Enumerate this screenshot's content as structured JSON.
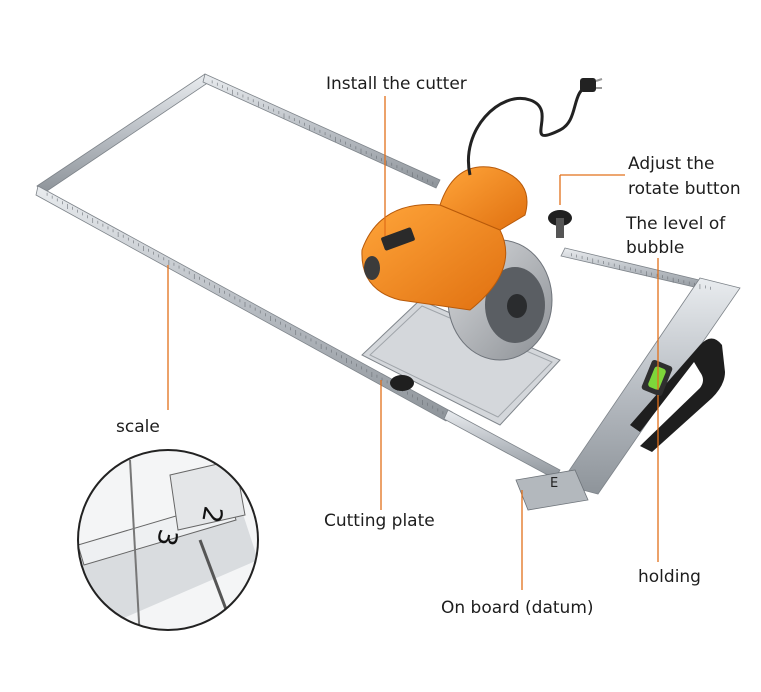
{
  "colors": {
    "leader_line": "#e2701a",
    "label_text": "#1d1d1d",
    "cutter_body": "#f28a1e",
    "frame_metal": "#c9cdd1",
    "handle": "#1e1e1e",
    "level_vial": "#7dd63a"
  },
  "labels": {
    "install_cutter": "Install the cutter",
    "adjust_rotate_line1": "Adjust the",
    "adjust_rotate_line2": "rotate button",
    "level_bubble_line1": "The level of",
    "level_bubble_line2": "bubble",
    "scale": "scale",
    "cutting_plate": "Cutting plate",
    "holding": "holding",
    "on_board": "On board (datum)"
  },
  "inset": {
    "ruler_digits": [
      "2",
      "3"
    ],
    "icon": "magnified-scale-detail"
  },
  "base_marker": "E"
}
